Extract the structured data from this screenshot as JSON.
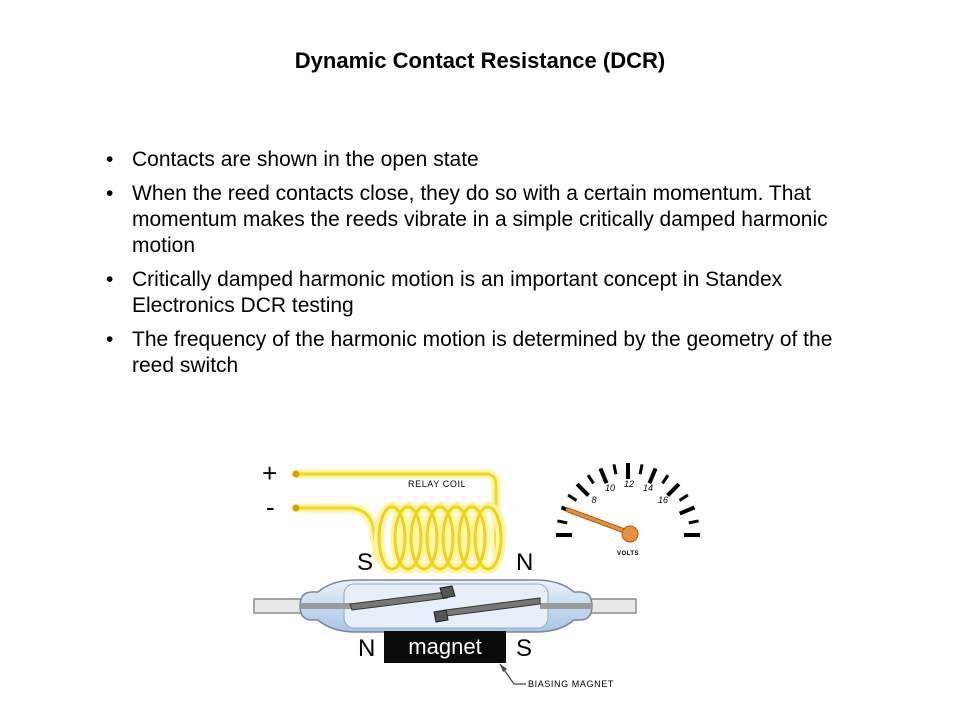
{
  "slide": {
    "title": "Dynamic Contact Resistance (DCR)",
    "bullets": [
      "Contacts are shown in the open state",
      "When the reed contacts close, they do so with a certain momentum. That momentum makes the reeds vibrate in a simple critically damped harmonic motion",
      "Critically damped harmonic motion is an important concept in Standex Electronics DCR testing",
      "The frequency of the harmonic motion is determined by the geometry of the reed switch"
    ]
  },
  "diagram": {
    "plus_sign": "+",
    "minus_sign": "-",
    "coil_label": "RELAY COIL",
    "coil_pole_left": "S",
    "coil_pole_right": "N",
    "magnet_text": "magnet",
    "magnet_pole_left": "N",
    "magnet_pole_right": "S",
    "biasing_label": "BIASING MAGNET",
    "coil_color": "#f4e03c",
    "glow_color": "#fff6a8",
    "glass_color": "#cfe0f4"
  },
  "gauge": {
    "ticks": [
      "8",
      "10",
      "12",
      "14",
      "16"
    ],
    "unit": "VOLTS",
    "needle_color": "#e8913a"
  }
}
